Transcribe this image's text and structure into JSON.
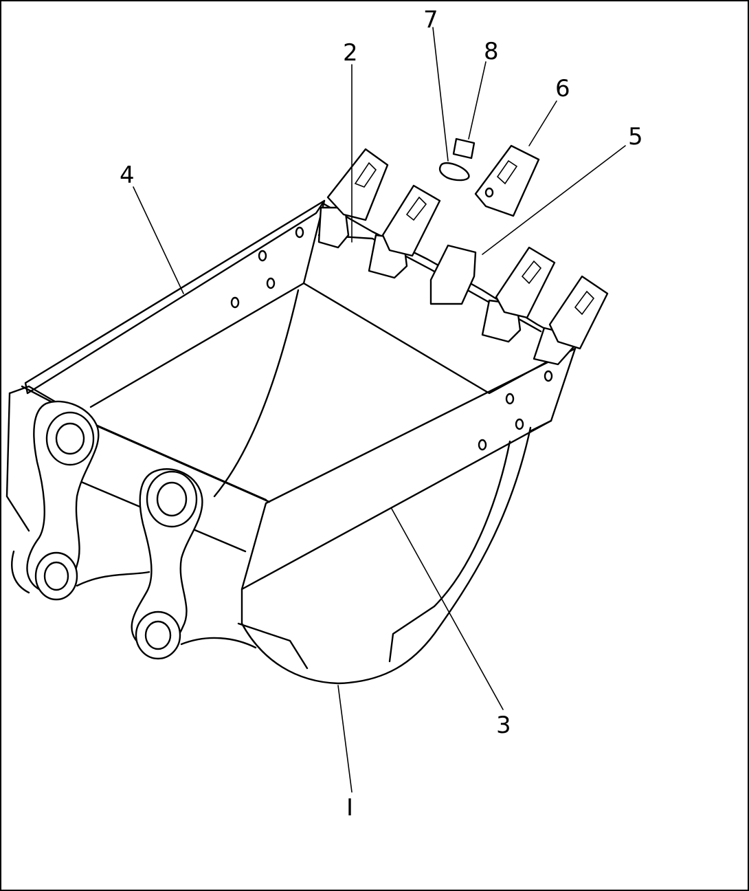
{
  "diagram": {
    "callouts": [
      {
        "id": "label-1",
        "text": "I"
      },
      {
        "id": "label-2",
        "text": "2"
      },
      {
        "id": "label-3",
        "text": "3"
      },
      {
        "id": "label-4",
        "text": "4"
      },
      {
        "id": "label-5",
        "text": "5"
      },
      {
        "id": "label-6",
        "text": "6"
      },
      {
        "id": "label-7",
        "text": "7"
      },
      {
        "id": "label-8",
        "text": "8"
      }
    ]
  }
}
